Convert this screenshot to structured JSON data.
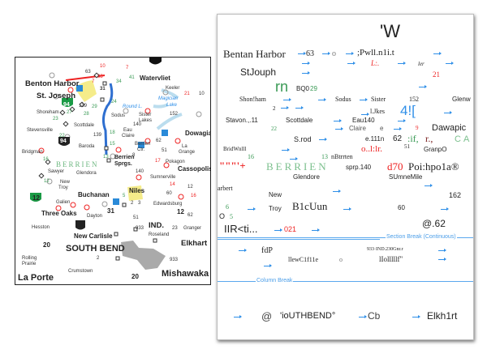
{
  "map": {
    "labels": [
      "Benton Harbor",
      "St. Joseph",
      "Watervliet",
      "Keeler",
      "Shoreham",
      "Sodus",
      "Sister",
      "Lakes",
      "Scottdale",
      "Stevensville",
      "Eau",
      "Claire",
      "Dowagiac",
      "Baroda",
      "Berrien",
      "Ctr.",
      "La",
      "Grange",
      "Bridgman",
      "BERRIEN",
      "Berrien",
      "Sprgs.",
      "Pokagon",
      "Cassopolis",
      "Sawyer",
      "Glendora",
      "Sumnerville",
      "New",
      "Troy",
      "Buchanan",
      "Niles",
      "Galien",
      "Edwardsburg",
      "Three Oaks",
      "Dayton",
      "Hesston",
      "IND.",
      "Granger",
      "Roseland",
      "New Carlisle",
      "Elkhart",
      "SOUTH BEND",
      "Rolling",
      "Prairie",
      "Crumstown",
      "Mishawaka",
      "La Porte",
      "Magician",
      "Lake",
      "Round L."
    ],
    "numbers": [
      "63",
      "10",
      "7",
      "41",
      "139",
      "31",
      "24",
      "152",
      "21",
      "10",
      "140",
      "139",
      "62",
      "51",
      "18",
      "15",
      "13",
      "16",
      "12",
      "140",
      "8",
      "60",
      "62",
      "17",
      "14",
      "12",
      "16",
      "2",
      "3",
      "51",
      "933",
      "23",
      "2",
      "20",
      "94",
      "94",
      "12",
      "12",
      "31",
      "20",
      "933",
      "7",
      "29",
      "22",
      "23",
      "27",
      "28",
      "5",
      "33",
      "34"
    ]
  },
  "doc": {
    "texts": [
      "'W",
      "Bentan Harbor",
      "63",
      "o",
      ";Pwll.n1i.t",
      "L:.",
      "ler",
      "StJouph",
      "21",
      "rn",
      "BQ0",
      "29",
      "Shon!ham",
      "Sodus",
      "Sister",
      "152",
      "Glenw",
      "4![",
      "l.Jkes",
      "Stavon.,.11",
      "Scottdale",
      "Eau140",
      "Claire",
      "e",
      "Dawapic",
      "S.rod",
      "e.111n",
      "62",
      ":if,",
      "r.,",
      "CA",
      "BridWnlll",
      "o..l:lr.",
      "GranpO",
      "16",
      "13",
      "nBtrrten",
      "\"\"\"'+",
      "BERRIEN",
      "sprp.140",
      "d70",
      "Poi:hpo1a®",
      "Glendore",
      "SUmneMile",
      "arbert",
      "New",
      "162",
      "Troy",
      "B1cUun",
      "60",
      "IIR<ti...",
      "021",
      "@.62",
      "fdP",
      "933·IND.230Gnr.r",
      "llewC1f11e",
      "o",
      "lIolllllf\"",
      "@",
      "'ioUTHBEND°",
      "Cb",
      "Elkh1rt",
      "2",
      "22",
      "51",
      "5",
      "O",
      "9",
      "6"
    ],
    "section_break_label": "Section Break (Continuous)",
    "column_break_label": "Column Break"
  },
  "colors": {
    "accent_blue": "#2f8fe8",
    "map_red": "#e22",
    "map_green": "#3a9a55"
  }
}
